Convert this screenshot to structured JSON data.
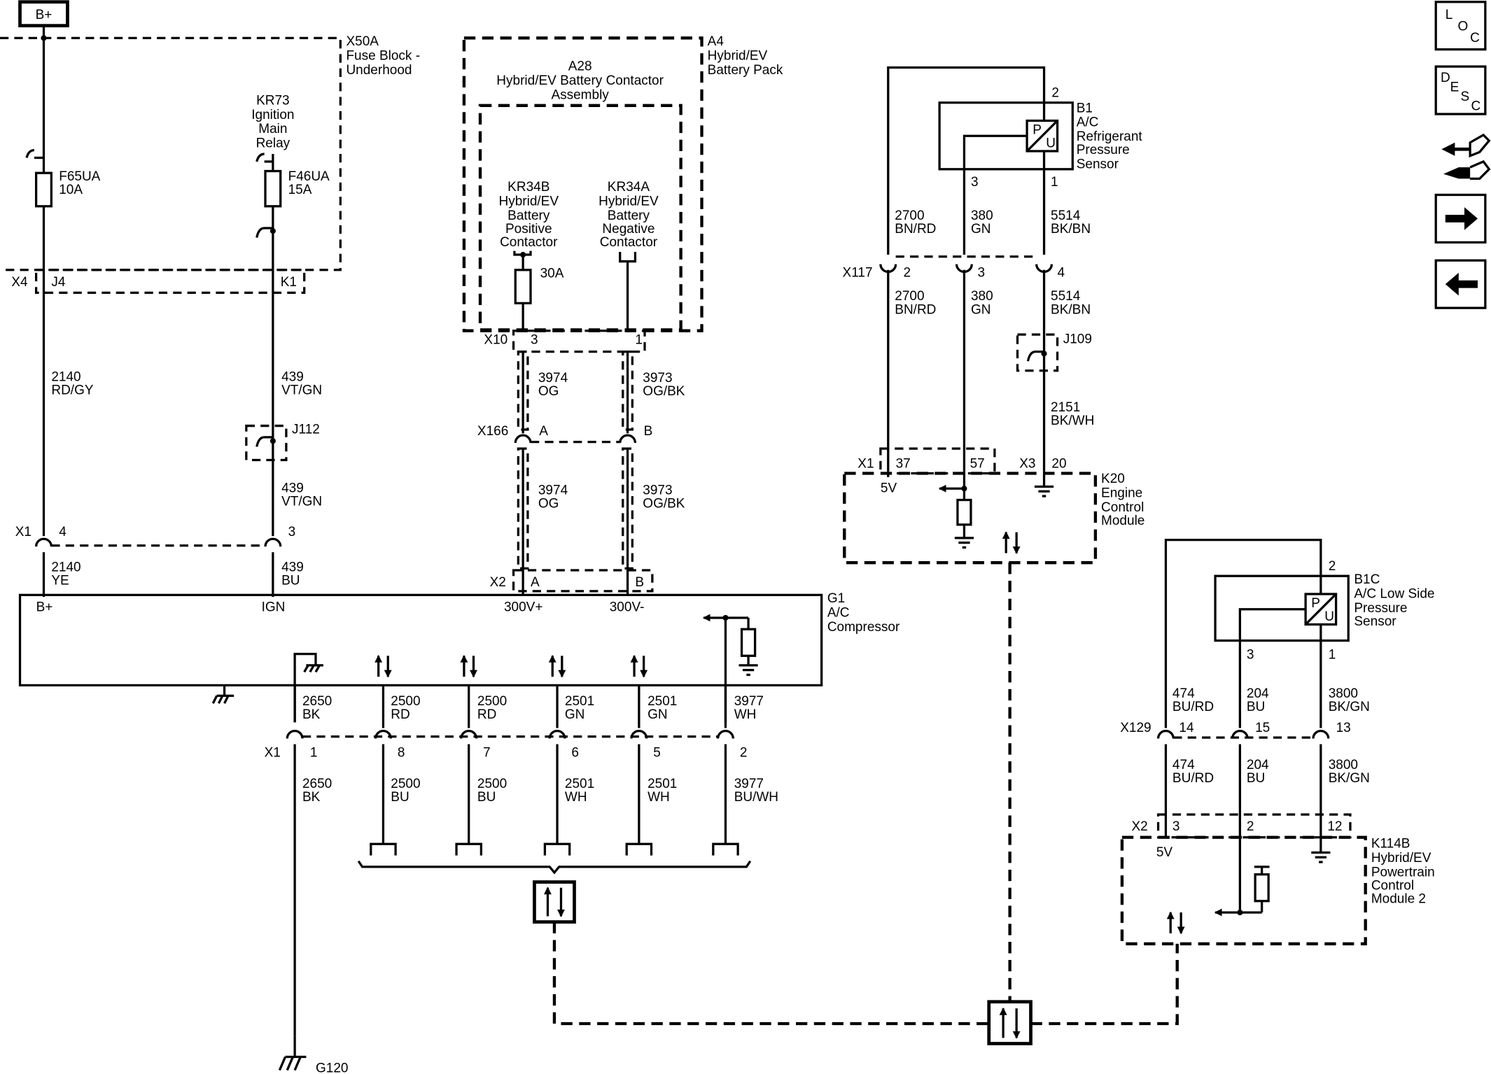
{
  "power": {
    "bplus": "B+"
  },
  "fuse_block": {
    "id": "X50A",
    "desc1": "Fuse Block -",
    "desc2": "Underhood",
    "relay_id": "KR73",
    "relay_l1": "Ignition",
    "relay_l2": "Main",
    "relay_l3": "Relay",
    "f65_id": "F65UA",
    "f65_rating": "10A",
    "f46_id": "F46UA",
    "f46_rating": "15A"
  },
  "x4": {
    "id": "X4",
    "pin_a": "J4",
    "pin_b": "K1"
  },
  "wire_2140_upper": {
    "circuit": "2140",
    "color": "RD/GY"
  },
  "wire_439_upper": {
    "circuit": "439",
    "color": "VT/GN"
  },
  "splice_j112": "J112",
  "wire_439_mid": {
    "circuit": "439",
    "color": "VT/GN"
  },
  "x1_left": {
    "id": "X1",
    "pin_a": "4",
    "pin_b": "3"
  },
  "wire_2140_lower": {
    "circuit": "2140",
    "color": "YE"
  },
  "wire_439_lower": {
    "circuit": "439",
    "color": "BU"
  },
  "battery_pack": {
    "id": "A4",
    "l1": "Hybrid/EV",
    "l2": "Battery Pack"
  },
  "contactor_assy": {
    "id": "A28",
    "l1": "Hybrid/EV Battery Contactor",
    "l2": "Assembly"
  },
  "kr34b": {
    "id": "KR34B",
    "l1": "Hybrid/EV",
    "l2": "Battery",
    "l3": "Positive",
    "l4": "Contactor",
    "fuse": "30A"
  },
  "kr34a": {
    "id": "KR34A",
    "l1": "Hybrid/EV",
    "l2": "Battery",
    "l3": "Negative",
    "l4": "Contactor"
  },
  "x10": {
    "id": "X10",
    "pin_a": "3",
    "pin_b": "1"
  },
  "wire_3974_upper": {
    "circuit": "3974",
    "color": "OG"
  },
  "wire_3973_upper": {
    "circuit": "3973",
    "color": "OG/BK"
  },
  "x166": {
    "id": "X166",
    "pin_a": "A",
    "pin_b": "B"
  },
  "wire_3974_lower": {
    "circuit": "3974",
    "color": "OG"
  },
  "wire_3973_lower": {
    "circuit": "3973",
    "color": "OG/BK"
  },
  "x2_comp": {
    "id": "X2",
    "pin_a": "A",
    "pin_b": "B"
  },
  "compressor": {
    "id": "G1",
    "l1": "A/C",
    "l2": "Compressor",
    "pin_bplus": "B+",
    "pin_ign": "IGN",
    "pin_pos": "300V+",
    "pin_neg": "300V-"
  },
  "compressor_wires": [
    {
      "circuit": "2650",
      "color": "BK"
    },
    {
      "circuit": "2500",
      "color": "RD"
    },
    {
      "circuit": "2500",
      "color": "RD"
    },
    {
      "circuit": "2501",
      "color": "GN"
    },
    {
      "circuit": "2501",
      "color": "GN"
    },
    {
      "circuit": "3977",
      "color": "WH"
    }
  ],
  "x1_bottom": {
    "id": "X1",
    "pins": [
      "1",
      "8",
      "7",
      "6",
      "5",
      "2"
    ]
  },
  "lower_wires": [
    {
      "circuit": "2650",
      "color": "BK"
    },
    {
      "circuit": "2500",
      "color": "BU"
    },
    {
      "circuit": "2500",
      "color": "BU"
    },
    {
      "circuit": "2501",
      "color": "WH"
    },
    {
      "circuit": "2501",
      "color": "WH"
    },
    {
      "circuit": "3977",
      "color": "BU/WH"
    }
  ],
  "ground_g120": "G120",
  "b1": {
    "id": "B1",
    "l1": "A/C",
    "l2": "Refrigerant",
    "l3": "Pressure",
    "l4": "Sensor",
    "pin_top": "2",
    "pin_3": "3",
    "pin_1": "1",
    "p": "P",
    "u": "U"
  },
  "b1_wires": [
    {
      "circuit": "2700",
      "color": "BN/RD"
    },
    {
      "circuit": "380",
      "color": "GN"
    },
    {
      "circuit": "5514",
      "color": "BK/BN"
    }
  ],
  "x117": {
    "id": "X117",
    "pins": [
      "2",
      "3",
      "4"
    ]
  },
  "b1_wires_lower": [
    {
      "circuit": "2700",
      "color": "BN/RD"
    },
    {
      "circuit": "380",
      "color": "GN"
    },
    {
      "circuit": "5514",
      "color": "BK/BN"
    }
  ],
  "splice_j109": "J109",
  "wire_2151": {
    "circuit": "2151",
    "color": "BK/WH"
  },
  "k20": {
    "id": "K20",
    "l1": "Engine",
    "l2": "Control",
    "l3": "Module",
    "x1": "X1",
    "x1_pin_a": "37",
    "x1_pin_b": "57",
    "x3": "X3",
    "x3_pin": "20",
    "v5": "5V"
  },
  "b1c": {
    "id": "B1C",
    "l1": "A/C Low Side",
    "l2": "Pressure",
    "l3": "Sensor",
    "pin_top": "2",
    "pin_3": "3",
    "pin_1": "1",
    "p": "P",
    "u": "U"
  },
  "b1c_wires": [
    {
      "circuit": "474",
      "color": "BU/RD"
    },
    {
      "circuit": "204",
      "color": "BU"
    },
    {
      "circuit": "3800",
      "color": "BK/GN"
    }
  ],
  "x129": {
    "id": "X129",
    "pins": [
      "14",
      "15",
      "13"
    ]
  },
  "b1c_wires_lower": [
    {
      "circuit": "474",
      "color": "BU/RD"
    },
    {
      "circuit": "204",
      "color": "BU"
    },
    {
      "circuit": "3800",
      "color": "BK/GN"
    }
  ],
  "k114b": {
    "id": "K114B",
    "l1": "Hybrid/EV",
    "l2": "Powertrain",
    "l3": "Control",
    "l4": "Module 2",
    "x2": "X2",
    "pin_a": "3",
    "pin_b": "2",
    "pin_c": "12",
    "v5": "5V"
  },
  "nav": {
    "loc": [
      "L",
      "O",
      "C"
    ],
    "desc": [
      "D",
      "E",
      "S",
      "C"
    ],
    "icons": [
      "connector-view-icon",
      "next-page-arrow-icon",
      "previous-page-arrow-icon"
    ]
  }
}
